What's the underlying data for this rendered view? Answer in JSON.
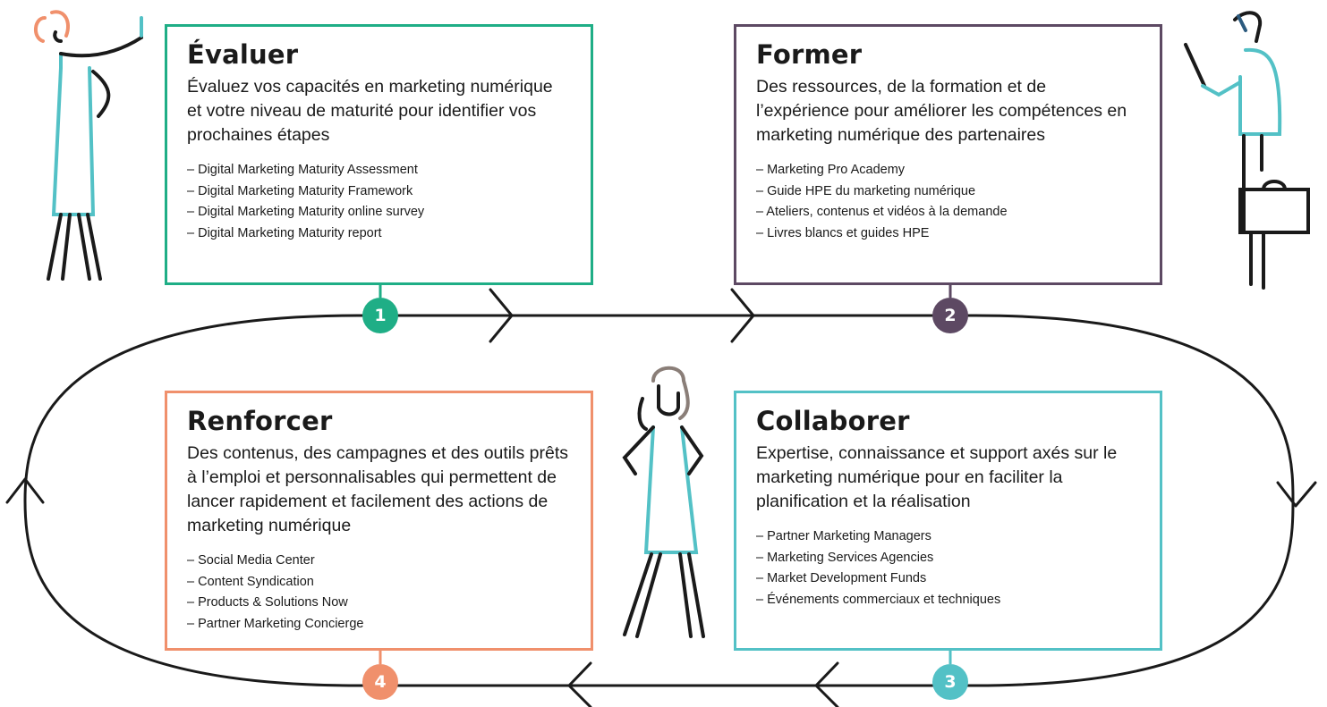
{
  "colors": {
    "evaluer": "#1fae86",
    "former": "#5d4963",
    "collaborer": "#53c1c6",
    "renforcer": "#f0906c",
    "line": "#1a1a1a"
  },
  "steps": [
    {
      "number": "1",
      "title": "Évaluer",
      "description": "Évaluez vos capacités en marketing numérique et votre niveau de maturité pour identifier vos prochaines étapes",
      "items": [
        "Digital Marketing Maturity Assessment",
        "Digital Marketing Maturity Framework",
        "Digital Marketing Maturity online survey",
        "Digital Marketing Maturity report"
      ]
    },
    {
      "number": "2",
      "title": "Former",
      "description": "Des ressources, de la formation et de l’expérience pour améliorer les compétences en marketing numérique des partenaires",
      "items": [
        "Marketing Pro Academy",
        "Guide HPE du marketing numérique",
        "Ateliers, contenus et vidéos à la demande",
        "Livres blancs et guides HPE"
      ]
    },
    {
      "number": "3",
      "title": "Collaborer",
      "description": "Expertise, connaissance et support axés sur le marketing numérique pour en faciliter la planification et la réalisation",
      "items": [
        "Partner Marketing Managers",
        "Marketing Services Agencies",
        "Market Development Funds",
        "Événements commerciaux et techniques"
      ]
    },
    {
      "number": "4",
      "title": "Renforcer",
      "description": "Des contenus, des campagnes et des outils prêts à l’emploi et personnalisables qui permettent de lancer rapidement et facilement des actions de marketing numérique",
      "items": [
        "Social Media Center",
        "Content Syndication",
        "Products & Solutions Now",
        "Partner Marketing Concierge"
      ]
    }
  ],
  "icons": [
    "woman-pointing-icon",
    "man-with-briefcase-icon",
    "woman-on-phone-icon"
  ]
}
